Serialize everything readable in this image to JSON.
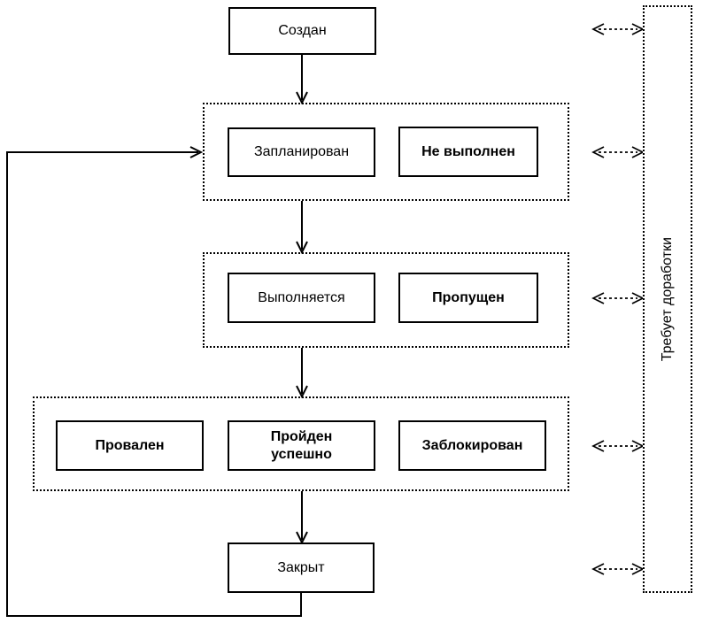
{
  "diagram": {
    "background": "#ffffff",
    "line_color": "#000000",
    "nodes": {
      "created": "Создан",
      "planned": "Запланирован",
      "not_executed": "Не выполнен",
      "executing": "Выполняется",
      "skipped": "Пропущен",
      "failed": "Провален",
      "passed": "Пройден успешно",
      "blocked": "Заблокирован",
      "closed": "Закрыт",
      "needs_rework": "Требует доработки"
    }
  }
}
